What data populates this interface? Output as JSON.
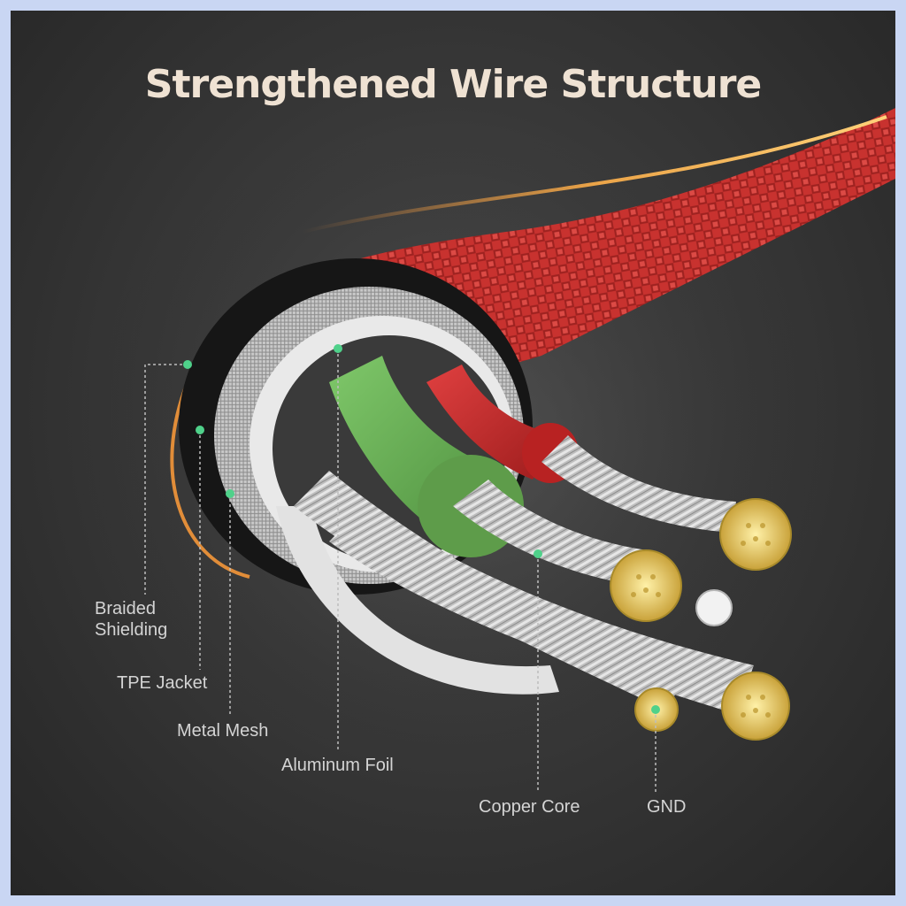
{
  "title": "Strengthened Wire Structure",
  "labels": {
    "braided_shielding_line1": "Braided",
    "braided_shielding_line2": "Shielding",
    "tpe_jacket": "TPE Jacket",
    "metal_mesh": "Metal Mesh",
    "aluminum_foil": "Aluminum Foil",
    "copper_core": "Copper Core",
    "gnd": "GND"
  },
  "colors": {
    "frame": "#c9d6f3",
    "background": "#383838",
    "braid": "#c8322f",
    "green_insulation": "#6bb254",
    "red_insulation": "#c8282a",
    "copper_tips": "#e8c85a",
    "silver_strands": "#cfcfcf",
    "marker_dots": "#4fd18a",
    "title_text": "#efe2d3"
  }
}
